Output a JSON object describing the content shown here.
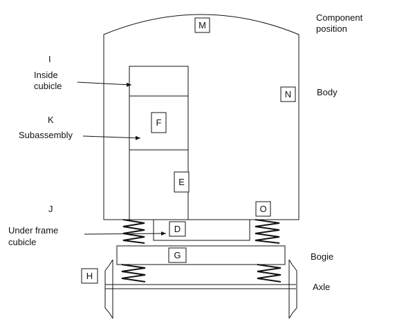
{
  "annotations": {
    "component_position": [
      "Component",
      "position"
    ],
    "body": "Body",
    "bogie": "Bogie",
    "axle": "Axle",
    "i": "I",
    "inside_cubicle": [
      "Inside",
      "cubicle"
    ],
    "k": "K",
    "subassembly": "Subassembly",
    "j": "J",
    "under_frame_cubicle": [
      "Under frame",
      "cubicle"
    ]
  },
  "boxes": {
    "m": "M",
    "n": "N",
    "f": "F",
    "e": "E",
    "o": "O",
    "d": "D",
    "g": "G",
    "h": "H"
  },
  "colors": {
    "line": "#111111",
    "background": "#ffffff"
  }
}
